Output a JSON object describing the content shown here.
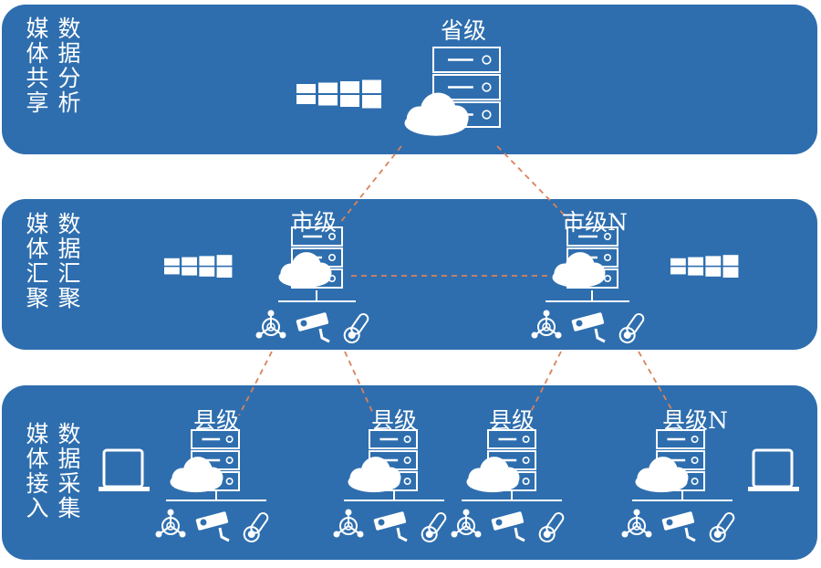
{
  "tiers": [
    {
      "id": "share",
      "side_left": "媒体共享",
      "side_right": "数据分析"
    },
    {
      "id": "aggregate",
      "side_left": "媒体汇聚",
      "side_right": "数据汇聚"
    },
    {
      "id": "collect",
      "side_left": "媒体接入",
      "side_right": "数据采集"
    }
  ],
  "nodes": {
    "province": "省级",
    "city1": "市级",
    "cityN": "市级N",
    "county1": "县级",
    "county2": "县级",
    "county3": "县级",
    "countyN": "县级N"
  },
  "colors": {
    "panel": "#2e6eae",
    "link": "#d9825a",
    "icon": "#ffffff"
  }
}
